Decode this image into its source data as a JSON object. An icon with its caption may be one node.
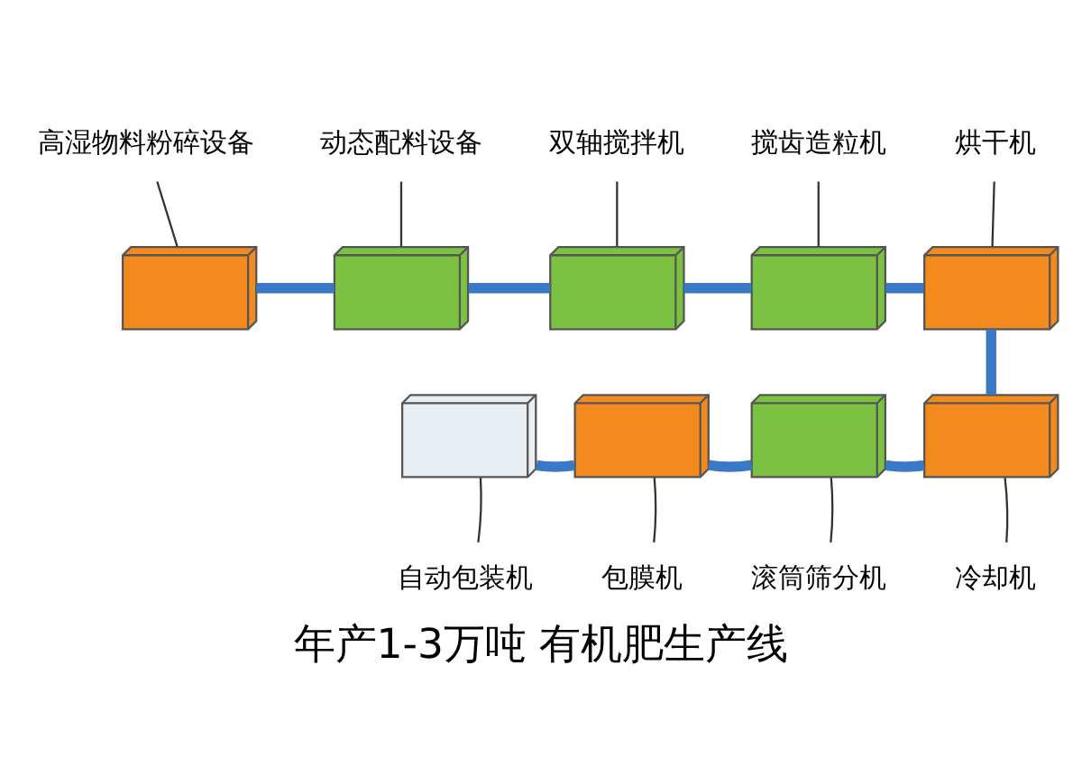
{
  "diagram": {
    "title": "年产1-3万吨 有机肥生产线",
    "nodes": [
      {
        "text": [
          "高湿物料粉碎设备"
        ]
      },
      {
        "text": [
          "动态配料设备"
        ]
      },
      {
        "text": [
          "双轴搅拌机"
        ]
      },
      {
        "text": [
          "搅齿造粒机"
        ]
      },
      {
        "text": [
          "烘干机"
        ]
      },
      {
        "text": [
          "冷却机"
        ]
      },
      {
        "text": [
          "滚筒筛分机"
        ]
      },
      {
        "text": [
          "包膜机"
        ]
      },
      {
        "text": [
          "自动包装机"
        ]
      },
      {
        "text": [],
        "shape": "picture"
      },
      {
        "text": [],
        "shape": "picture"
      },
      {
        "text": [],
        "shape": "picture"
      },
      {
        "text": [],
        "shape": "picture"
      },
      {
        "text": [],
        "shape": "picture"
      },
      {
        "text": [],
        "shape": "picture"
      },
      {
        "text": [],
        "shape": "picture"
      },
      {
        "text": [],
        "shape": "picture"
      },
      {
        "text": [],
        "shape": "picture"
      }
    ],
    "edges": [
      {
        "from": 0,
        "to": 9,
        "arrow": "none"
      },
      {
        "from": 1,
        "to": 10,
        "arrow": "none"
      },
      {
        "from": 2,
        "to": 11,
        "arrow": "none"
      },
      {
        "from": 3,
        "to": 12,
        "arrow": "none"
      },
      {
        "from": 4,
        "to": 13,
        "arrow": "none"
      },
      {
        "from": 5,
        "to": 14,
        "arrow": "none"
      },
      {
        "from": 6,
        "to": 15,
        "arrow": "none"
      },
      {
        "from": 7,
        "to": 16,
        "arrow": "none"
      },
      {
        "from": 8,
        "to": 17,
        "arrow": "none"
      },
      {
        "from": 9,
        "to": 10,
        "arrow": "none",
        "style": "thick",
        "color": "#3a78c8"
      },
      {
        "from": 10,
        "to": 11,
        "arrow": "none",
        "style": "thick",
        "color": "#3a78c8"
      },
      {
        "from": 11,
        "to": 12,
        "arrow": "none",
        "style": "thick",
        "color": "#3a78c8"
      },
      {
        "from": 12,
        "to": 13,
        "arrow": "none",
        "style": "thick",
        "color": "#3a78c8"
      },
      {
        "from": 13,
        "to": 14,
        "arrow": "none",
        "style": "thick",
        "color": "#3a78c8"
      },
      {
        "from": 14,
        "to": 15,
        "arrow": "none",
        "style": "thick",
        "color": "#3a78c8"
      },
      {
        "from": 15,
        "to": 16,
        "arrow": "none",
        "style": "thick",
        "color": "#3a78c8"
      },
      {
        "from": 16,
        "to": 17,
        "arrow": "none",
        "style": "thick",
        "color": "#3a78c8"
      }
    ]
  }
}
